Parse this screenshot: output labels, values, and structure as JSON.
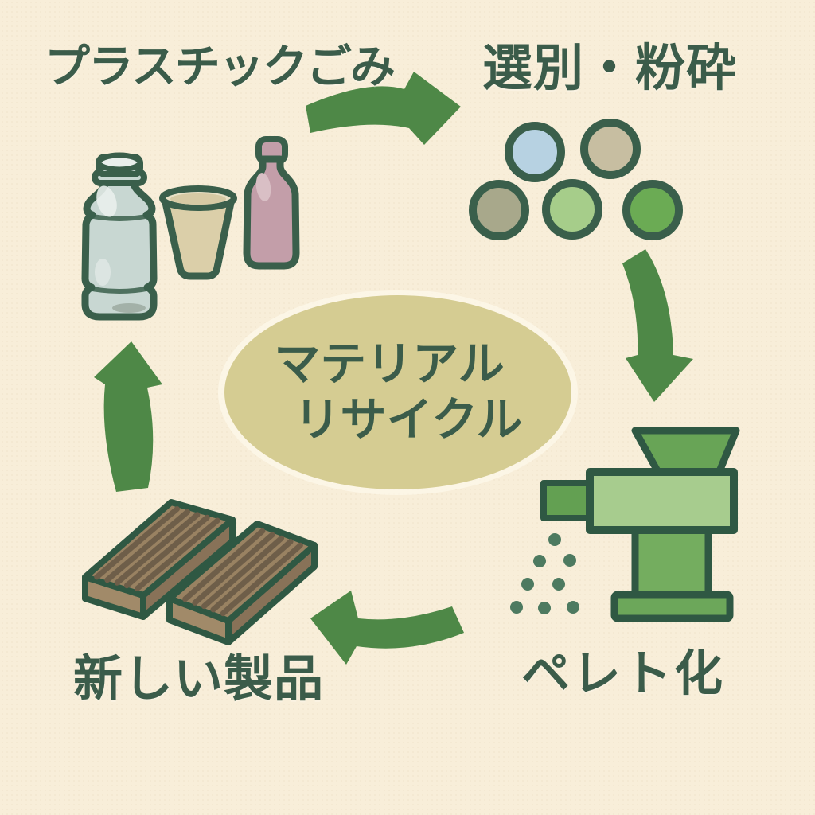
{
  "diagram": {
    "center": {
      "line1": "マテリアル",
      "line2": "リサイクル"
    },
    "stages": {
      "plastic_waste": {
        "label": "プラスチックごみ",
        "position": "top-left",
        "icons": [
          "pet-bottle-icon",
          "paper-cup-icon",
          "pink-bottle-icon"
        ]
      },
      "sorting_crushing": {
        "label": "選別・粉砕",
        "position": "top-right",
        "icons": [
          "shredded-flakes-icon"
        ]
      },
      "pelletizing": {
        "label": "ペレト化",
        "position": "bottom-right",
        "icons": [
          "pelletizer-machine-icon",
          "pellets-icon"
        ]
      },
      "new_products": {
        "label": "新しい製品",
        "position": "bottom-left",
        "icons": [
          "plastic-lumber-planks-icon"
        ]
      }
    },
    "arrows": [
      {
        "name": "cycle-arrow-top",
        "direction": "right",
        "from": "plastic_waste",
        "to": "sorting_crushing"
      },
      {
        "name": "cycle-arrow-right",
        "direction": "down",
        "from": "sorting_crushing",
        "to": "pelletizing"
      },
      {
        "name": "cycle-arrow-bottom",
        "direction": "left",
        "from": "pelletizing",
        "to": "new_products"
      },
      {
        "name": "cycle-arrow-left",
        "direction": "up",
        "from": "new_products",
        "to": "plastic_waste"
      }
    ],
    "colors": {
      "background": "#f8eed9",
      "label_green": "#3b5c4a",
      "arrow_green": "#4e8847",
      "ellipse_fill": "#d5cc92",
      "outline_dark": "#2f5843",
      "outline_bottle": "#3a5f4b",
      "machine_green": "#68a456",
      "machine_light": "#a7cc8e",
      "pedestal_green": "#74ad5f",
      "base_green": "#6ca75a",
      "outlet_green": "#63a052",
      "pellet_green": "#4d7a60",
      "flake_blue": "#b7d2e2",
      "flake_tan": "#c7bea1",
      "flake_olive": "#a8a88b",
      "flake_light_green": "#a6cd8a",
      "flake_green": "#6bab54",
      "bottle_clear": "#c8d7d2",
      "bottle_clear_highlight": "#e9efec",
      "cup_fill": "#dbcfa9",
      "cup_rim": "#e8e1c6",
      "bottle_pink": "#c39ea9",
      "bottle_pink_highlight": "#d9bfc5",
      "plank_top": "#998262",
      "plank_front": "#a18a69",
      "plank_side": "#887258",
      "plank_stripe": "#6e5e49"
    }
  }
}
